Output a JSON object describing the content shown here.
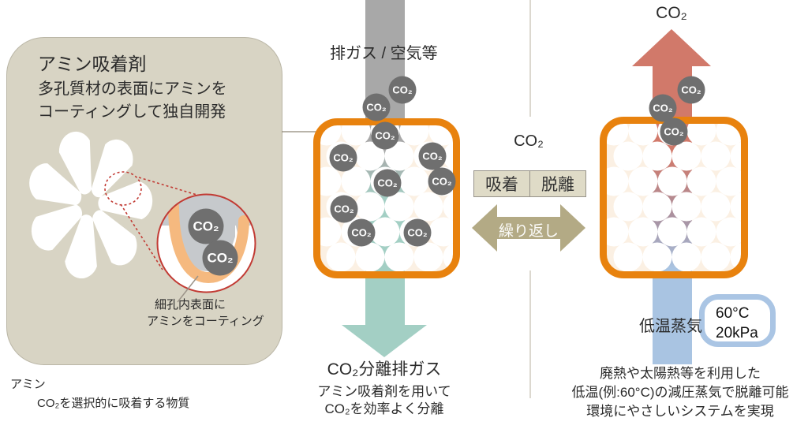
{
  "labels": {
    "co2_badge": "CO₂"
  },
  "left_panel": {
    "title": "アミン吸着剤",
    "desc_line1": "多孔質材の表面にアミンを",
    "desc_line2": "コーティングして独自開発",
    "pore_note_line1": "細孔内表面に",
    "pore_note_line2": "アミンをコーティング",
    "footnote_term": "アミン",
    "footnote_desc": "CO₂を選択的に吸着する物質"
  },
  "adsorption": {
    "inflow_label": "排ガス / 空気等",
    "outflow_label": "CO₂分離排ガス",
    "caption_line1": "アミン吸着剤を用いて",
    "caption_line2": "CO₂を効率よく分離"
  },
  "cycle": {
    "co2_label": "CO₂",
    "adsorb_label": "吸着",
    "desorb_label": "脱離",
    "repeat_label": "繰り返し"
  },
  "desorption": {
    "co2_out_label": "CO₂",
    "steam_label": "低温蒸気",
    "condition_temp": "60°C",
    "condition_pressure": "20kPa",
    "caption_line1": "廃熱や太陽熱等を利用した",
    "caption_line2": "低温(例:60°C)の減圧蒸気で脱離可能",
    "caption_line3": "環境にやさしいシステムを実現"
  },
  "colors": {
    "accent_orange": "#e8820e",
    "adsorbent_beige": "#d8d4c4",
    "gas_gray": "#a8a8a8",
    "separated_teal": "#a3cfc4",
    "co2_red": "#d1796a",
    "steam_blue": "#a9c4e2",
    "repeat_olive": "#b3aa85",
    "co2_badge_gray": "#6f6f6f",
    "coating_orange": "#f5b97f",
    "inset_ring_red": "#c23b34"
  }
}
